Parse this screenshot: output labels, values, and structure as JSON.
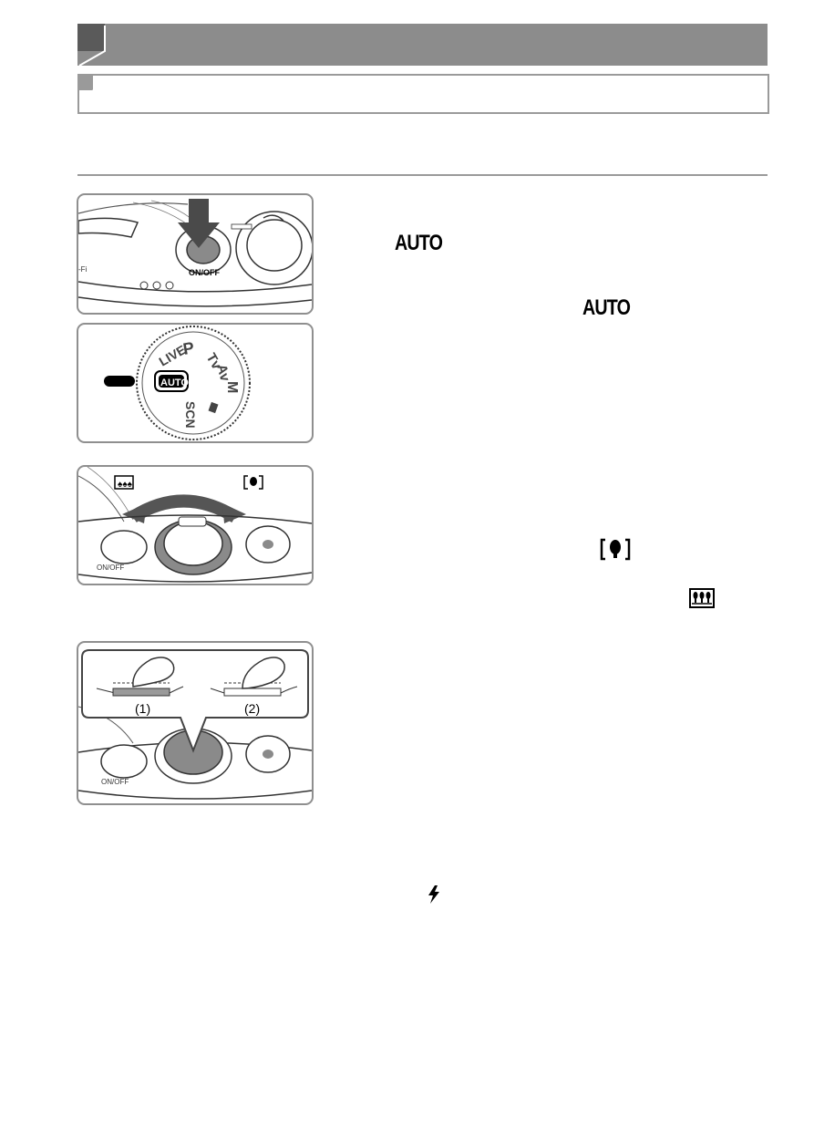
{
  "icons": {
    "auto_mode_1": "AUTO",
    "auto_mode_2": "AUTO",
    "telephoto_icon": "telephoto-icon",
    "wide_angle_icon": "wide-angle-icon",
    "flash_icon": "flash-icon"
  },
  "figures": {
    "power": {
      "on_off_label": "ON/OFF",
      "wifi_label": "-Fi"
    },
    "mode_dial": {
      "auto_label": "AUTO",
      "p_label": "P",
      "live_label": "LIVE",
      "tv_label": "Tv",
      "av_label": "Av",
      "m_label": "M",
      "scn_label": "SCN"
    },
    "zoom": {
      "on_off_label": "ON/OFF"
    },
    "shutter": {
      "step1_label": "(1)",
      "step2_label": "(2)",
      "on_off_label": "ON/OFF"
    }
  },
  "colors": {
    "chapter_bar": "#8c8c8c",
    "chapter_square": "#5a5a5a",
    "frame": "#9a9a9a",
    "arrow": "#4a4a4a",
    "button_fill": "#8a8a8a"
  }
}
